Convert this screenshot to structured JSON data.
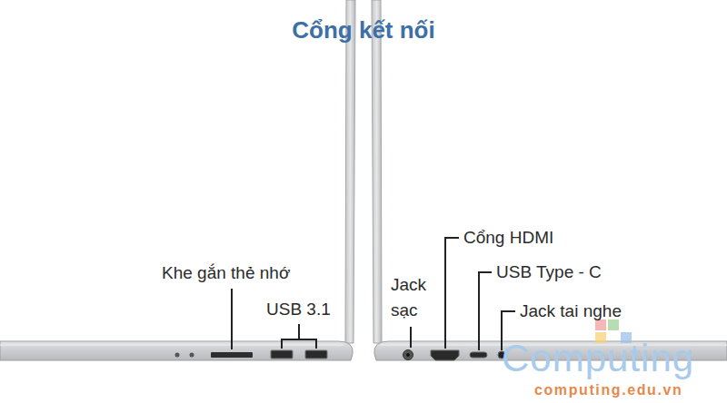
{
  "diagram": {
    "title": "Cổng kết nối",
    "labels": [
      "Khe gắn thẻ nhớ",
      "USB 3.1",
      "Jack sạc",
      "Cổng HDMI",
      "USB Type - C",
      "Jack tai nghe",
      "Computing",
      "computing.edu.vn"
    ]
  }
}
